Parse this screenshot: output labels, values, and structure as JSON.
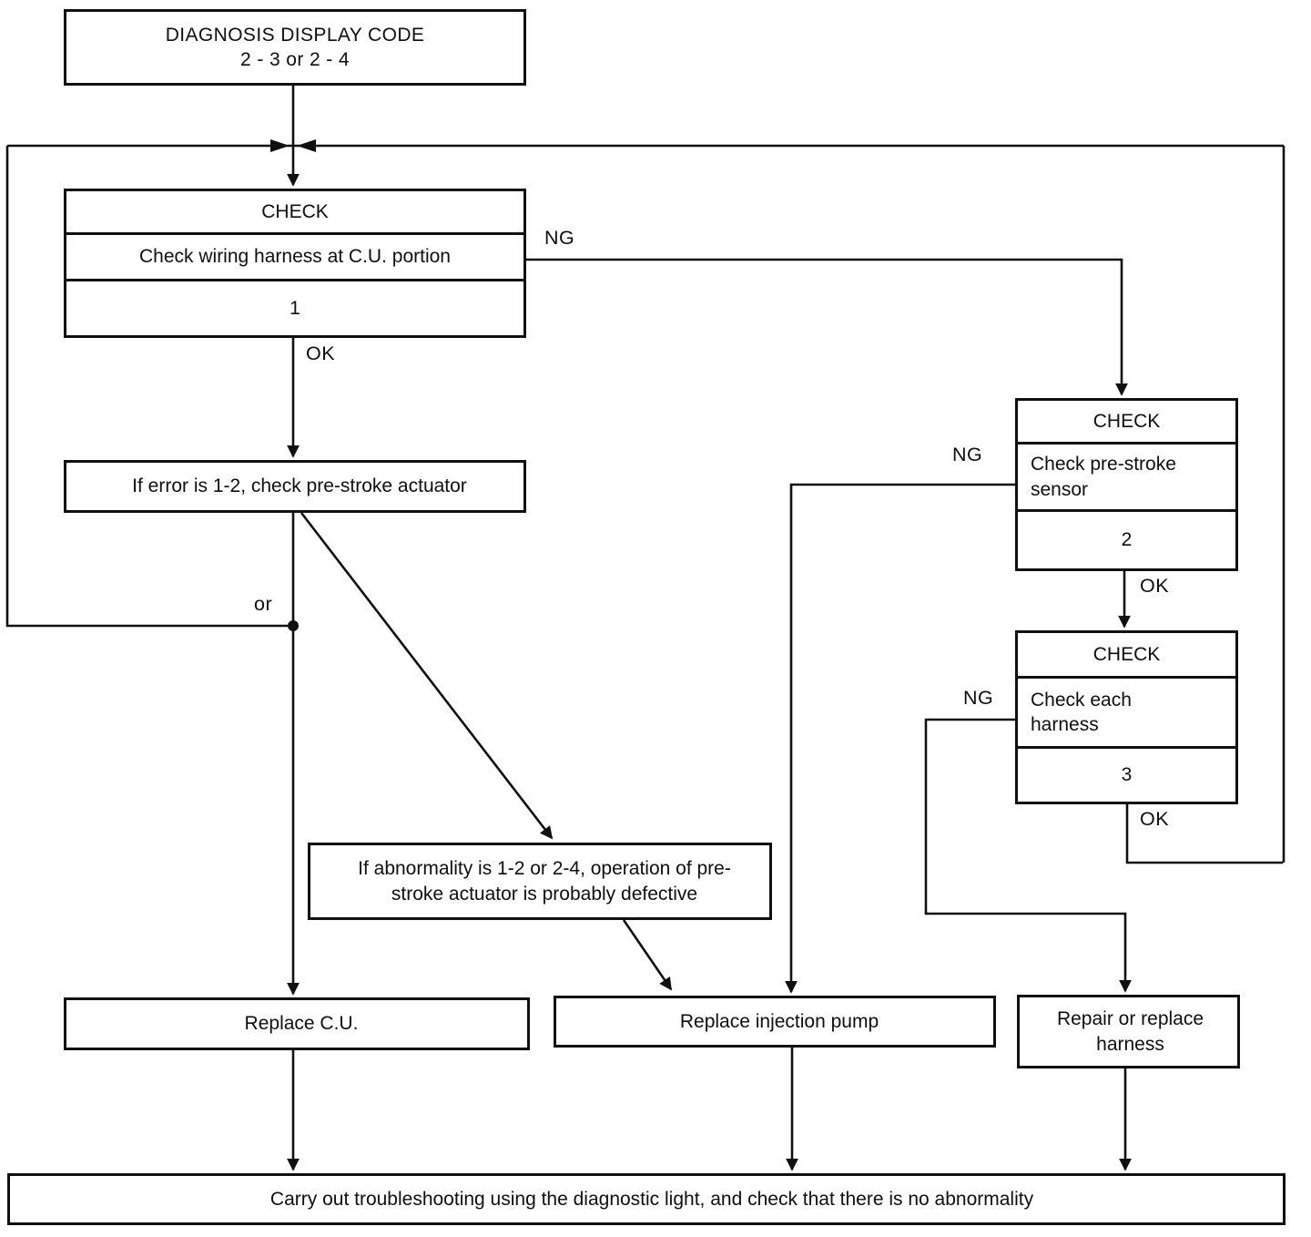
{
  "page": {
    "background": "#ffffff",
    "ink": "#101010"
  },
  "flowchart": {
    "start": {
      "text": "DIAGNOSIS DISPLAY CODE\n2 - 3 or 2 - 4"
    },
    "checks": {
      "c1": {
        "header": "CHECK",
        "body": "Check wiring harness at C.U. portion",
        "step": "1"
      },
      "c2": {
        "header": "CHECK",
        "body": "Check pre-stroke\nsensor",
        "step": "2"
      },
      "c3": {
        "header": "CHECK",
        "body": "Check each\nharness",
        "step": "3"
      }
    },
    "notes": {
      "if_error": "If error is 1-2, check pre-stroke actuator",
      "if_abnormality": "If abnormality is 1-2 or 2-4, operation of pre-\nstroke actuator is probably defective"
    },
    "actions": {
      "replace_cu": "Replace C.U.",
      "replace_pump": "Replace injection pump",
      "repair_harness": "Repair or replace\nharness"
    },
    "final": "Carry out troubleshooting using the diagnostic light, and check that there is no abnormality",
    "edge_labels": {
      "c1_ng": "NG",
      "c1_ok": "OK",
      "c2_ng": "NG",
      "c2_ok": "OK",
      "c3_ng": "NG",
      "c3_ok": "OK",
      "or": "or"
    }
  }
}
